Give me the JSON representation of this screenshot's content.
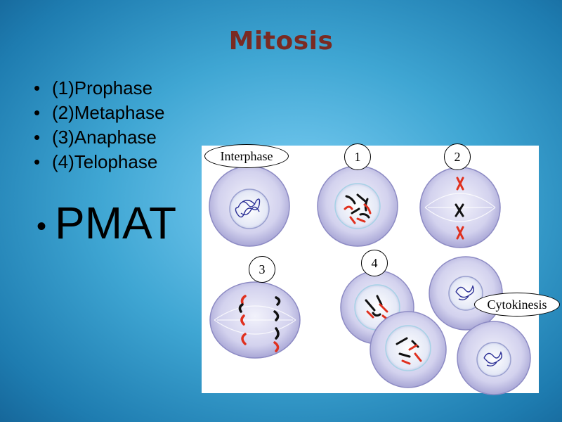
{
  "slide": {
    "title": "Mitosis",
    "phases": [
      "(1)Prophase",
      "(2)Metaphase",
      "(3)Anaphase",
      "(4)Telophase"
    ],
    "mnemonic": "PMAT",
    "bullet": "•"
  },
  "diagram": {
    "labels": {
      "interphase": "Interphase",
      "stage1": "1",
      "stage2": "2",
      "stage3": "3",
      "stage4": "4",
      "cytokinesis": "Cytokinesis"
    }
  },
  "colors": {
    "title": "#7a2a22",
    "cell_fill": "#c7c6ea",
    "nucleus_fill": "#e7ecf7",
    "dna": "#2b2f96",
    "chromosome_red": "#e0301e",
    "chromosome_black": "#111111"
  }
}
